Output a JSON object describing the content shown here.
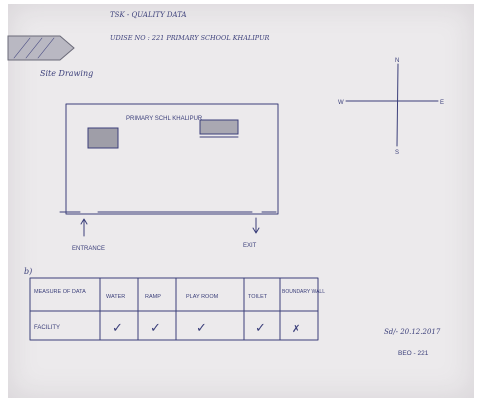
{
  "header": {
    "line1": "TSK - QUALITY DATA",
    "line2": "UDISE NO : 221   PRIMARY SCHOOL KHALIPUR"
  },
  "sketch_label": "Site Drawing",
  "compass": {
    "north": "N",
    "south": "S",
    "east": "E",
    "west": "W"
  },
  "plan": {
    "building": "PRIMARY SCHL KHALIPUR",
    "entrance": "ENTRANCE",
    "exit": "EXIT"
  },
  "item_marker": "b)",
  "table": {
    "headers": [
      "MEASURE OF DATA",
      "WATER",
      "RAMP",
      "PLAY ROOM",
      "TOILET",
      "BOUNDARY WALL"
    ],
    "row_label": "FACILITY",
    "marks": [
      "✓",
      "✓",
      "✓",
      "✓",
      "✗"
    ]
  },
  "signature": "Sd/- 20.12.2017",
  "signature_code": "BEO - 221"
}
